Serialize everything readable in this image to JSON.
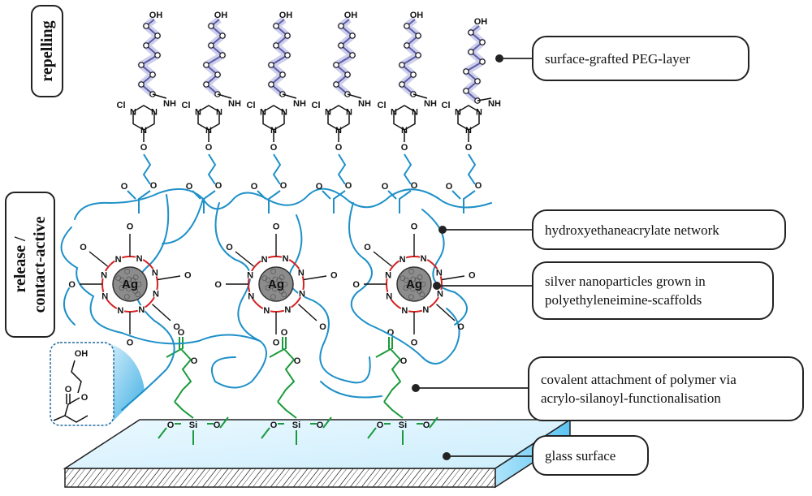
{
  "labels": {
    "repelling": "repelling",
    "release_line1": "release /",
    "release_line2": "contact-active"
  },
  "callouts": {
    "peg": "surface-grafted PEG-layer",
    "network": "hydroxyethaneacrylate network",
    "silver_line1": "silver nanoparticles grown in",
    "silver_line2": "polyethyleneimine-scaffolds",
    "covalent_line1": "covalent attachment of polymer via",
    "covalent_line2": "acrylo-silanoyl-functionalisation",
    "glass": "glass surface"
  },
  "atoms": {
    "hydroxyl": "OH",
    "chlorine": "Cl",
    "nitrogen_h": "NH",
    "nitrogen": "N",
    "oxygen": "O",
    "silicon": "Si",
    "silver": "Ag"
  },
  "colors": {
    "peg_chain": "#5b5ca8",
    "peg_glow": "#b9bbe3",
    "network": "#1e90c8",
    "pei": "#d42020",
    "silane": "#1a9a3a",
    "glass_top": "#cdeefc",
    "outline": "#222222"
  }
}
